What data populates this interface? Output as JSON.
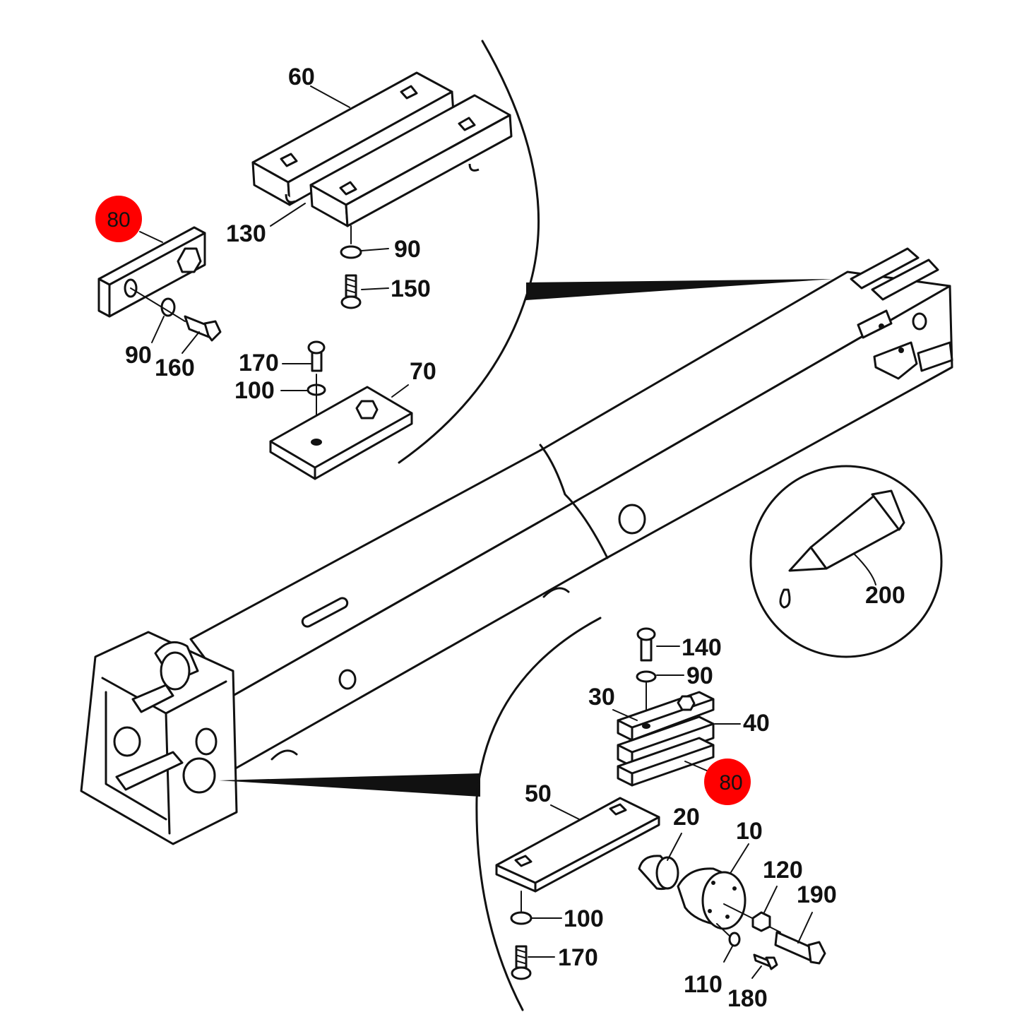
{
  "colors": {
    "highlight": "#ff0000",
    "line": "#111111",
    "background": "#ffffff"
  },
  "labels": {
    "p60": "60",
    "p130": "130",
    "p90_top": "90",
    "p150": "150",
    "p80_top": "80",
    "p90_left": "90",
    "p160": "160",
    "p170_top": "170",
    "p100_top": "100",
    "p70": "70",
    "p200": "200",
    "p140": "140",
    "p90_bottom": "90",
    "p30": "30",
    "p40": "40",
    "p80_bottom": "80",
    "p50": "50",
    "p20": "20",
    "p10": "10",
    "p120": "120",
    "p190": "190",
    "p100_bottom": "100",
    "p170_bottom": "170",
    "p110": "110",
    "p180": "180"
  },
  "highlighted_parts": [
    "80"
  ]
}
